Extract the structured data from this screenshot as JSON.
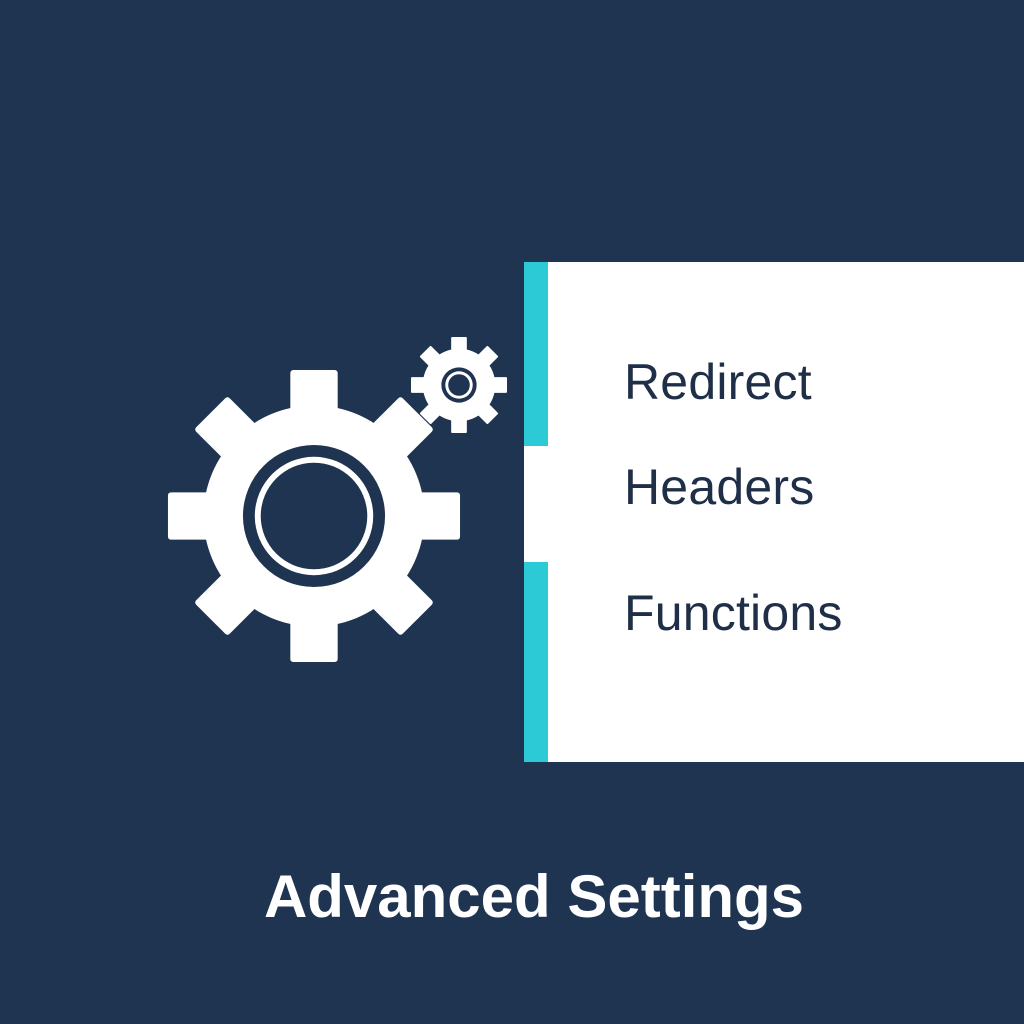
{
  "menu": {
    "items": [
      {
        "label": "Redirect"
      },
      {
        "label": "Headers"
      },
      {
        "label": "Functions"
      }
    ]
  },
  "page": {
    "title": "Advanced Settings"
  },
  "icons": {
    "large": "gear-icon",
    "small": "gear-icon"
  },
  "colors": {
    "background": "#1f3450",
    "accent": "#2cc9d6",
    "panel": "#ffffff",
    "menu_text": "#1f2f47",
    "icon": "#ffffff"
  }
}
